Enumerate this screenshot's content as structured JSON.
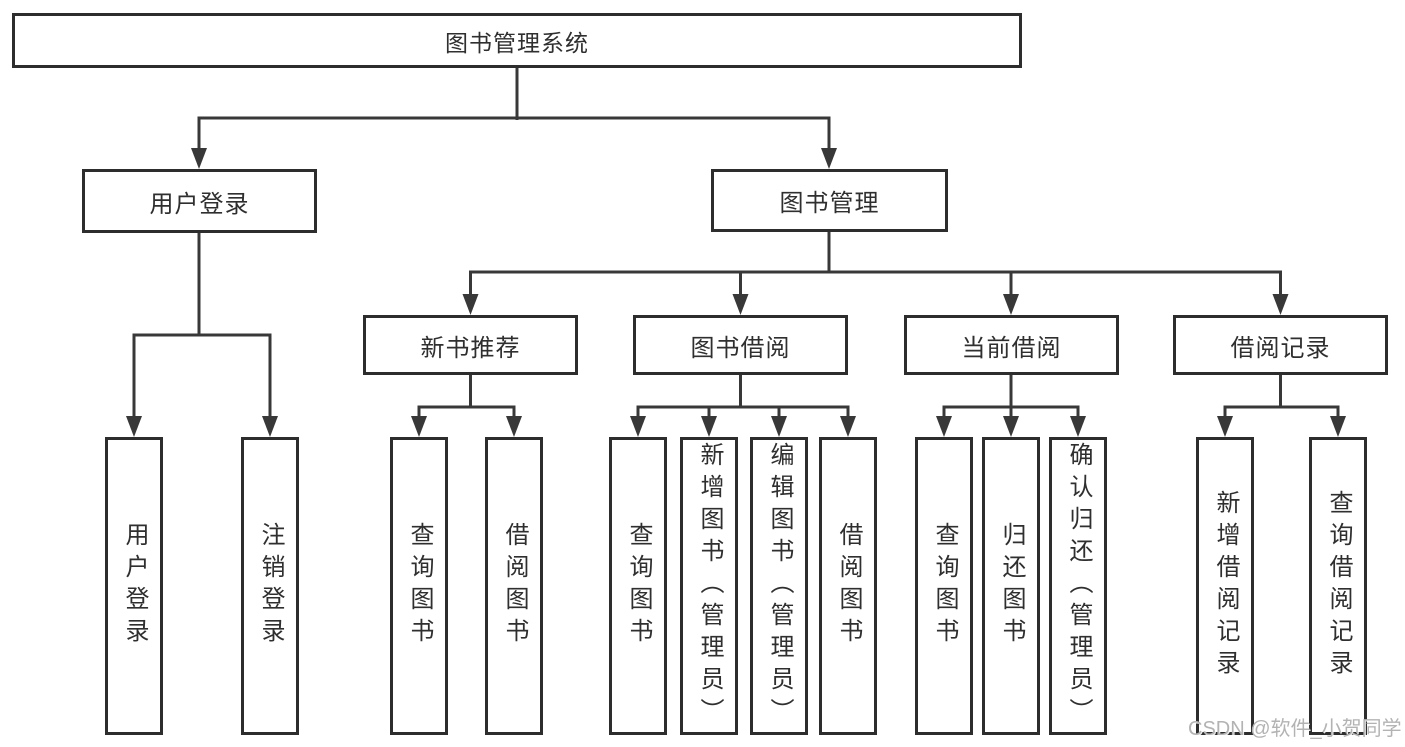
{
  "root": {
    "label": "图书管理系统"
  },
  "tree": {
    "userLogin": {
      "label": "用户登录",
      "children": [
        "用户登录",
        "注销登录"
      ]
    },
    "bookManagement": {
      "label": "图书管理",
      "children": {
        "newBookRecommendation": {
          "label": "新书推荐",
          "children": [
            "查询图书",
            "借阅图书"
          ]
        },
        "bookBorrowing": {
          "label": "图书借阅",
          "children": [
            "查询图书",
            "新增图书（管理员）",
            "编辑图书（管理员）",
            "借阅图书"
          ]
        },
        "currentBorrowing": {
          "label": "当前借阅",
          "children": [
            "查询图书",
            "归还图书",
            "确认归还（管理员）"
          ]
        },
        "borrowingRecords": {
          "label": "借阅记录",
          "children": [
            "新增借阅记录",
            "查询借阅记录"
          ]
        }
      }
    }
  },
  "watermark": {
    "text": "CSDN @软件_小贺同学",
    "color": "#b3b3b3"
  },
  "colors": {
    "line": "#383838",
    "box_border": "#2d2d2d",
    "text": "#2f2f2f",
    "background": "#ffffff"
  }
}
